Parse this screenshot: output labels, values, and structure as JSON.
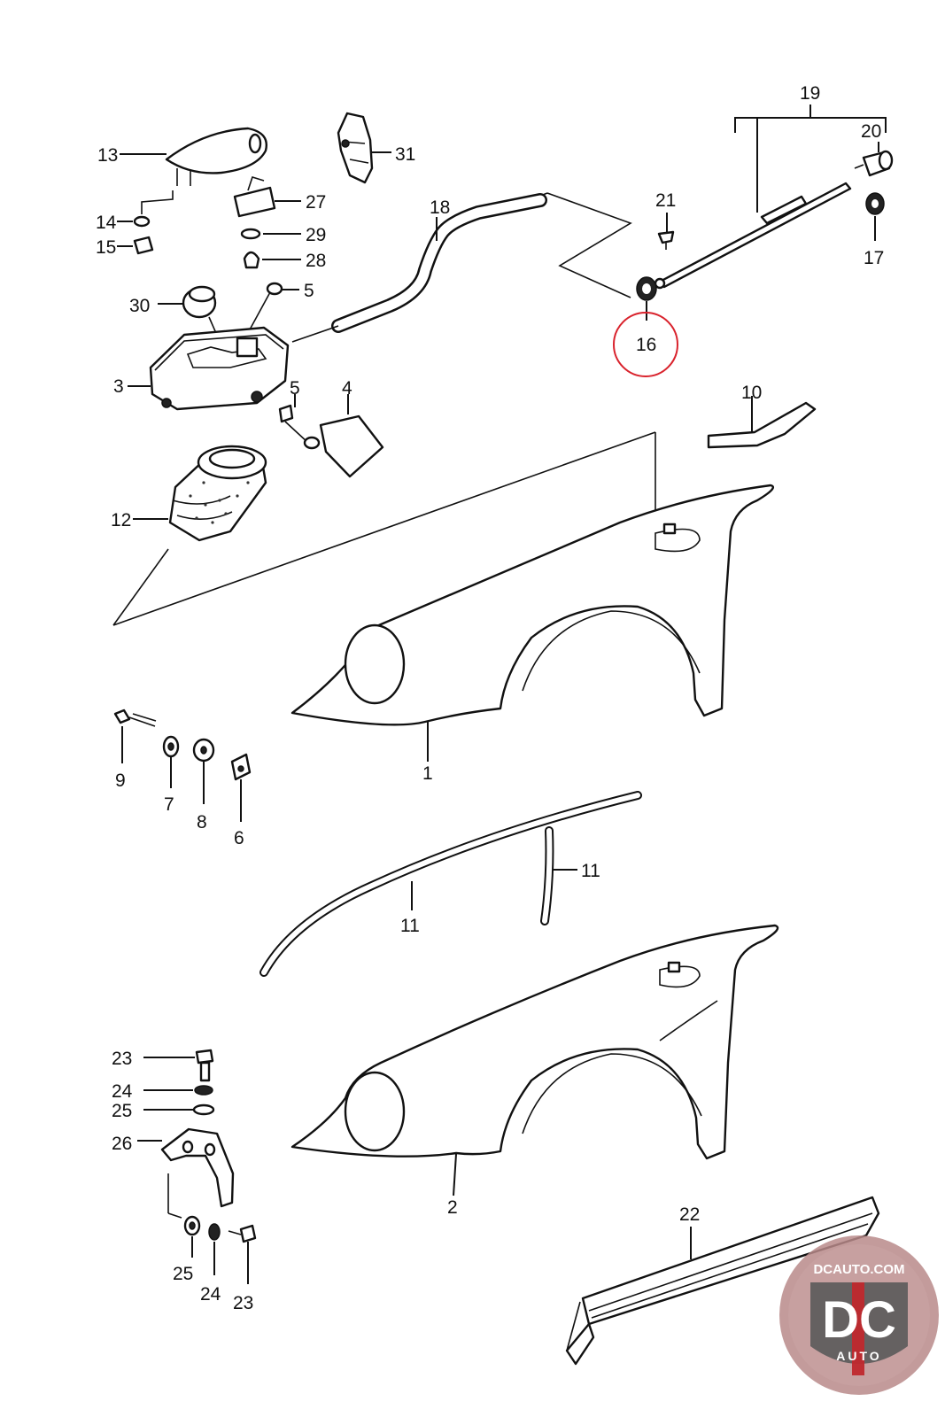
{
  "diagram": {
    "labels": {
      "l1": "1",
      "l2": "2",
      "l3": "3",
      "l4": "4",
      "l5a": "5",
      "l5b": "5",
      "l6": "6",
      "l7": "7",
      "l8": "8",
      "l9": "9",
      "l10": "10",
      "l11a": "11",
      "l11b": "11",
      "l12": "12",
      "l13": "13",
      "l14": "14",
      "l15": "15",
      "l16": "16",
      "l17": "17",
      "l18": "18",
      "l19": "19",
      "l20": "20",
      "l21": "21",
      "l22": "22",
      "l23a": "23",
      "l23b": "23",
      "l24a": "24",
      "l24b": "24",
      "l25a": "25",
      "l25b": "25",
      "l26": "26",
      "l27": "27",
      "l28": "28",
      "l29": "29",
      "l30": "30",
      "l31": "31"
    },
    "highlight": {
      "label": "16",
      "color": "#d9232d"
    }
  },
  "watermark": {
    "site": "DCAUTO.COM",
    "logo": "DC",
    "sub": "AUTO",
    "colors": {
      "ring": "#b8898a",
      "shield": "#5a5a5a",
      "accent": "#c0282d"
    }
  }
}
